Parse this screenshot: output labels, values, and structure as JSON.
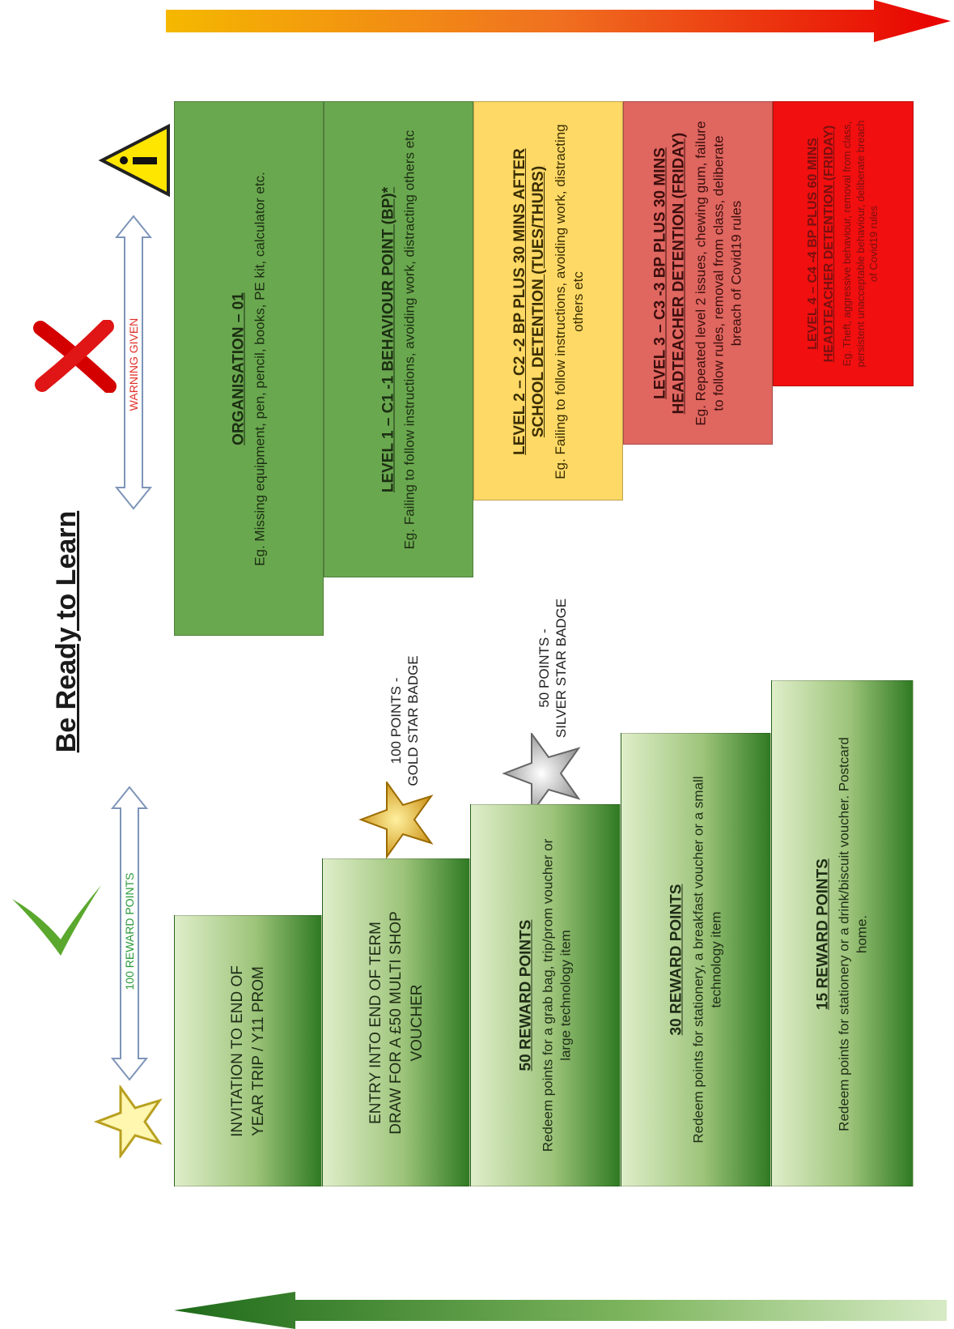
{
  "title": "Be Ready to Learn",
  "warning_label": "WARNING GIVEN",
  "reward_label": "100 REWARD POINTS",
  "gold_badge": {
    "line1": "100 POINTS -",
    "line2": "GOLD STAR BADGE"
  },
  "silver_badge": {
    "line1": "50 POINTS -",
    "line2": "SILVER STAR BADGE"
  },
  "sanctions": [
    {
      "heading": "ORGANISATION – 01",
      "body": "Eg. Missing equipment, pen, pencil, books, PE kit, calculator etc."
    },
    {
      "heading": "LEVEL 1 – C1 -1 BEHAVIOUR POINT (BP)*",
      "body": "Eg. Failing to follow instructions, avoiding work, distracting others etc"
    },
    {
      "heading": "LEVEL 2 – C2 -2 BP PLUS 30 MINS AFTER SCHOOL DETENTION (TUES/THURS)",
      "body": "Eg. Failing to follow instructions, avoiding work, distracting others etc"
    },
    {
      "heading": "LEVEL 3 – C3 -3 BP PLUS 30 MINS HEADTEACHER DETENTION (FRIDAY)",
      "body": "Eg. Repeated level 2 issues, chewing gum, failure to follow rules, removal from class, deliberate breach of Covid19 rules"
    },
    {
      "heading": "LEVEL 4 – C4 -4 BP PLUS 60 MINS HEADTEACHER DETENTION (FRIDAY)",
      "body": "Eg. Theft, aggressive behaviour, removal from class, persistent unacceptable behaviour, deliberate breach of Covid19 rules"
    }
  ],
  "rewards": [
    {
      "heading": "",
      "body": "INVITATION TO END OF YEAR TRIP / Y11 PROM"
    },
    {
      "heading": "",
      "body": "ENTRY INTO END OF TERM DRAW FOR A £50 MULTI SHOP VOUCHER"
    },
    {
      "heading": "50 REWARD POINTS",
      "body": "Redeem points for a grab bag, trip/prom voucher or large technology item"
    },
    {
      "heading": "30 REWARD POINTS",
      "body": "Redeem points for stationery, a breakfast voucher or a small technology item"
    },
    {
      "heading": "15 REWARD POINTS",
      "body": "Redeem points for stationery or a drink/biscuit voucher. Postcard home."
    }
  ],
  "colors": {
    "sanction_green": "#6aa84f",
    "sanction_yellow": "#ffd966",
    "sanction_lightred": "#e06660",
    "sanction_red": "#f20f0f",
    "reward_green_dark": "#2f7a22",
    "reward_green_light": "#dfeec9"
  },
  "icons": [
    "orange-red-arrow-icon",
    "green-arrow-icon",
    "warning-triangle-icon",
    "red-cross-icon",
    "green-tick-icon",
    "gold-star-icon",
    "silver-star-icon",
    "outline-star-icon",
    "double-arrow-icon"
  ]
}
